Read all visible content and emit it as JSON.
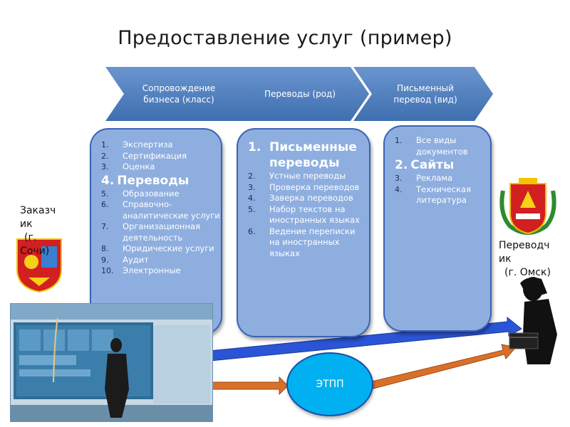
{
  "title": "Предоставление услуг (пример)",
  "chevrons": [
    {
      "line1": "Сопровождение",
      "line2": "бизнеса (класс)"
    },
    {
      "line1": "Переводы  (род)",
      "line2": ""
    },
    {
      "line1": "Письменный",
      "line2": "перевод  (вид)"
    }
  ],
  "box1": {
    "items": [
      {
        "num": "1.",
        "text": "Экспертиза"
      },
      {
        "num": "2.",
        "text": "Сертификация"
      },
      {
        "num": "3.",
        "text": "Оценка"
      },
      {
        "num": "4.",
        "text": "Переводы"
      },
      {
        "num": "5.",
        "text": "Образование"
      },
      {
        "num": "6.",
        "text": "Справочно-аналитические услуги"
      },
      {
        "num": "7.",
        "text": "Организационная деятельность"
      },
      {
        "num": "8.",
        "text": "Юридические услуги"
      },
      {
        "num": "9.",
        "text": "Аудит"
      },
      {
        "num": "10.",
        "text": "Электронные"
      }
    ]
  },
  "box2": {
    "items": [
      {
        "num": "1.",
        "text": "Письменные переводы"
      },
      {
        "num": "2.",
        "text": "Устные переводы"
      },
      {
        "num": "3.",
        "text": "Проверка переводов"
      },
      {
        "num": "4.",
        "text": "Заверка переводов"
      },
      {
        "num": "5.",
        "text": "Набор текстов на иностранных языках"
      },
      {
        "num": "6.",
        "text": "Ведение переписки на иностранных языках"
      }
    ]
  },
  "box3": {
    "items": [
      {
        "num": "1.",
        "text": "Все виды документов"
      },
      {
        "num": "2.",
        "text": "Сайты"
      },
      {
        "num": "3.",
        "text": "Реклама"
      },
      {
        "num": "4.",
        "text": "Техническая литература"
      }
    ]
  },
  "customer": {
    "line1": "Заказч",
    "line2": "ик",
    "line3": "(г.",
    "line4": "Сочи)"
  },
  "translator": {
    "line1": "Переводч",
    "line2": "ик",
    "line3": "(г. Омск)"
  },
  "etpp": "ЭТПП",
  "colors": {
    "chevron": "#4f81bd",
    "box_fill": "#8eaee0",
    "box_border": "#3a63b5",
    "etpp_fill": "#00b0f0",
    "arrow_blue": "#2b55d6",
    "arrow_orange": "#d9702a"
  }
}
